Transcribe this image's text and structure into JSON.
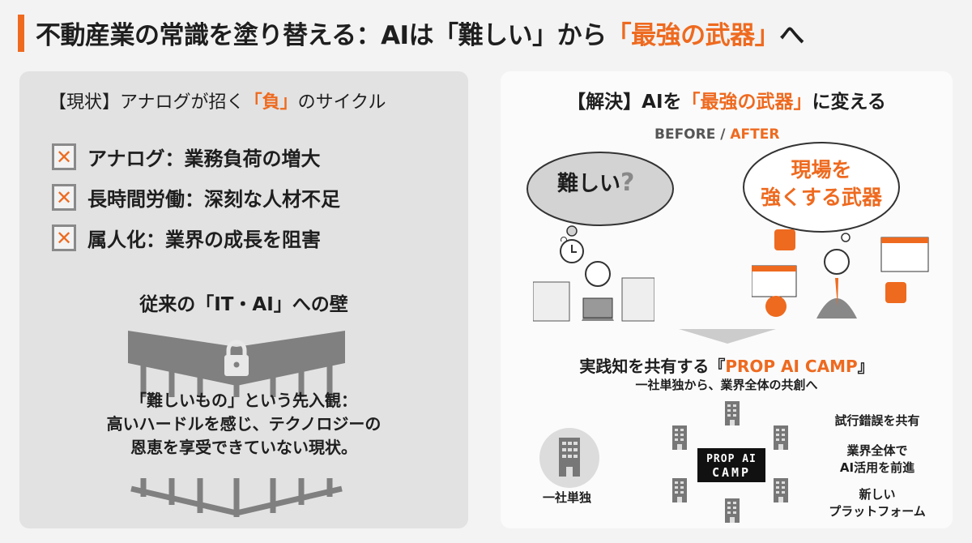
{
  "title": {
    "prefix": "不動産業の常識を塗り替える：AIは「難しい」から",
    "highlight": "「最強の武器」",
    "suffix": "へ"
  },
  "left": {
    "heading": {
      "prefix": "【現状】アナログが招く",
      "highlight": "「負」",
      "suffix": "のサイクル"
    },
    "items": [
      {
        "icon": "x-mark-icon",
        "text": "アナログ：業務負荷の増大"
      },
      {
        "icon": "x-mark-icon",
        "text": "長時間労働：深刻な人材不足"
      },
      {
        "icon": "x-mark-icon",
        "text": "属人化：業界の成長を阻害"
      }
    ],
    "wall_heading": "従来の「IT・AI」への壁",
    "wall_text": [
      "「難しいもの」という先入観：",
      "高いハードルを感じ、テクノロジーの",
      "恩恵を享受できていない現状。"
    ]
  },
  "right": {
    "heading": {
      "prefix": "【解決】AIを",
      "highlight": "「最強の武器」",
      "suffix": "に変える"
    },
    "before_after": {
      "before": "BEFORE",
      "sep": " / ",
      "after": "AFTER"
    },
    "before_bubble": "難しい",
    "before_mark": "?",
    "after_bubble": [
      "現場を",
      "強くする武器"
    ],
    "camp_heading": {
      "prefix": "実践知を共有する『",
      "highlight": "PROP AI CAMP",
      "suffix": "』"
    },
    "camp_sub": "一社単独から、業界全体の共創へ",
    "single_label": "一社単独",
    "logo": {
      "line1": "PROP AI",
      "line2": "CAMP"
    },
    "benefits": [
      "試行錯誤を共有",
      "業界全体で\nAI活用を前進",
      "新しい\nプラットフォーム"
    ]
  },
  "colors": {
    "accent": "#ee6a1f",
    "panel_left": "#e2e2e2",
    "panel_right": "#fbfbfb"
  }
}
